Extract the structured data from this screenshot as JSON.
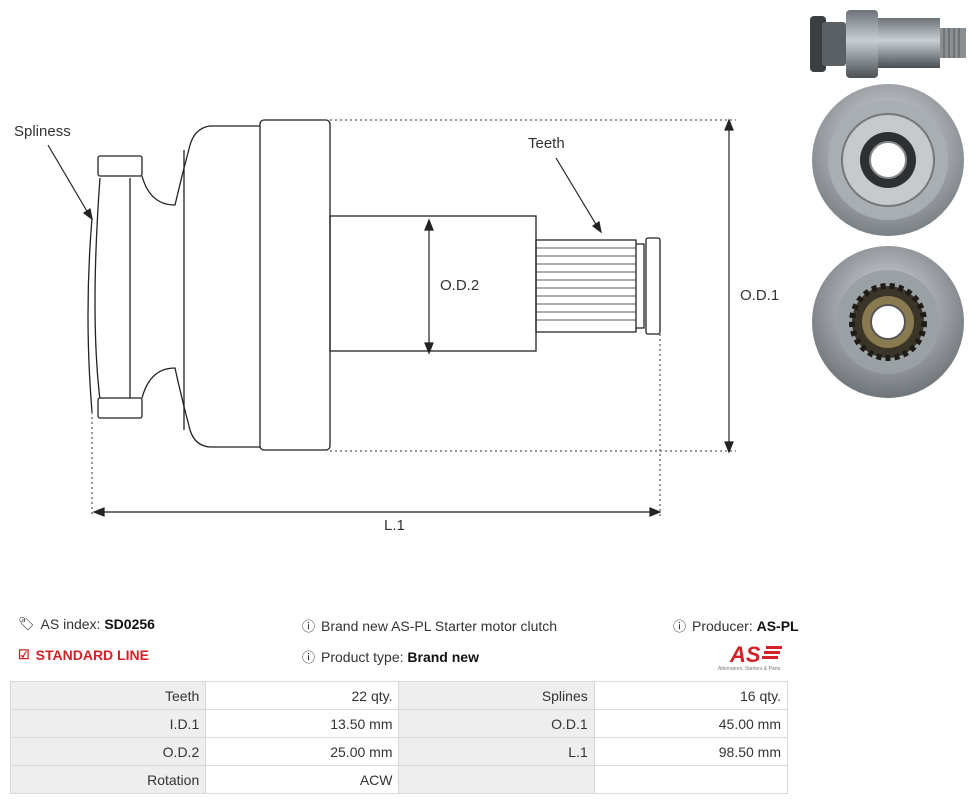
{
  "diagram": {
    "label_spliness": "Spliness",
    "label_teeth": "Teeth",
    "label_od2": "O.D.2",
    "label_od1": "O.D.1",
    "label_l1": "L.1"
  },
  "info": {
    "as_index_label": "AS index:",
    "as_index_value": "SD0256",
    "standard_line": "STANDARD LINE",
    "description": "Brand new AS-PL Starter motor clutch",
    "product_type_label": "Product type:",
    "product_type_value": "Brand new",
    "producer_label": "Producer:",
    "producer_value": "AS-PL",
    "logo_text": "AS",
    "logo_tagline": "Alternators, Starters & Parts"
  },
  "specs": [
    {
      "k1": "Teeth",
      "v1": "22 qty.",
      "k2": "Splines",
      "v2": "16 qty."
    },
    {
      "k1": "I.D.1",
      "v1": "13.50 mm",
      "k2": "O.D.1",
      "v2": "45.00 mm"
    },
    {
      "k1": "O.D.2",
      "v1": "25.00 mm",
      "k2": "L.1",
      "v2": "98.50 mm"
    },
    {
      "k1": "Rotation",
      "v1": "ACW",
      "k2": "",
      "v2": ""
    }
  ],
  "colors": {
    "accent_red": "#d42027",
    "table_key_bg": "#eeeeee",
    "border": "#d8d8d8"
  },
  "icons": [
    "tags-icon",
    "check-square-icon",
    "info-circle-icon"
  ]
}
